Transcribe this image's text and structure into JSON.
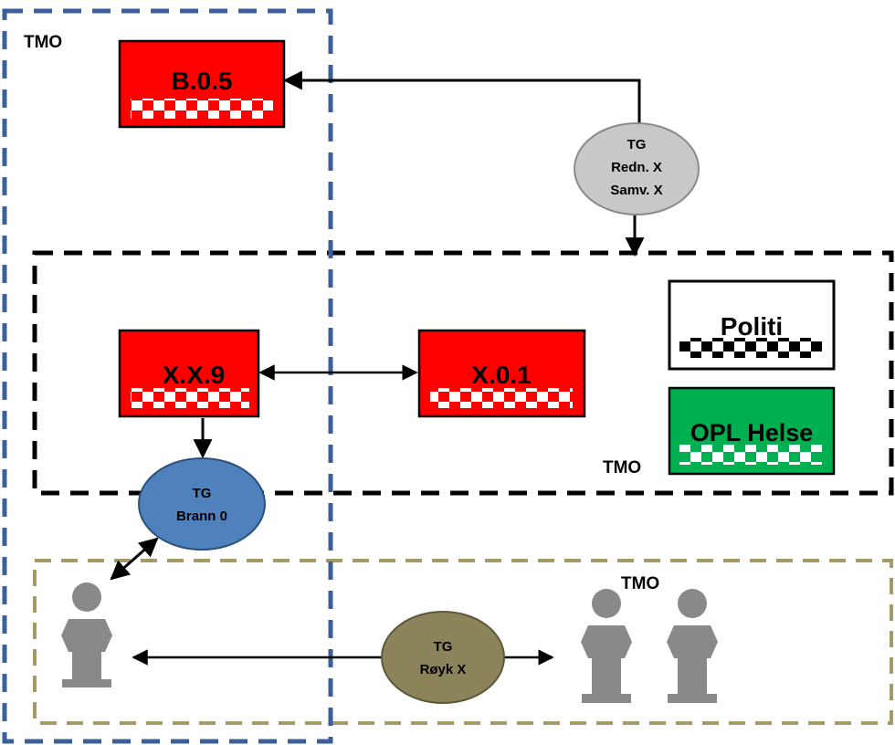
{
  "zones": {
    "blue": {
      "label": "TMO",
      "color": "#3a5f9a"
    },
    "black": {
      "label": "TMO",
      "color": "#000000"
    },
    "olive": {
      "label": "TMO",
      "color": "#a39a68"
    }
  },
  "units": {
    "b05": {
      "label": "B.0.5",
      "color": "#ff0000",
      "text_color": "#000000"
    },
    "xx9": {
      "label": "X.X.9",
      "color": "#ff0000",
      "text_color": "#000000"
    },
    "x01": {
      "label": "X.0.1",
      "color": "#ff0000",
      "text_color": "#000000"
    },
    "politi": {
      "label": "Politi",
      "color": "#ffffff",
      "text_color": "#000000"
    },
    "helse": {
      "label": "OPL Helse",
      "color": "#00b050",
      "text_color": "#000000"
    }
  },
  "talkgroups": {
    "tg_redn": {
      "lines": [
        "TG",
        "Redn. X",
        "Samv. X"
      ],
      "color": "#c8c8c8"
    },
    "tg_brann": {
      "lines": [
        "TG",
        "Brann 0"
      ],
      "color": "#4f81bd"
    },
    "tg_royk": {
      "lines": [
        "TG",
        "Røyk X"
      ],
      "color": "#8b845b"
    }
  },
  "colors": {
    "person": "#898989",
    "arrow": "#000000"
  }
}
